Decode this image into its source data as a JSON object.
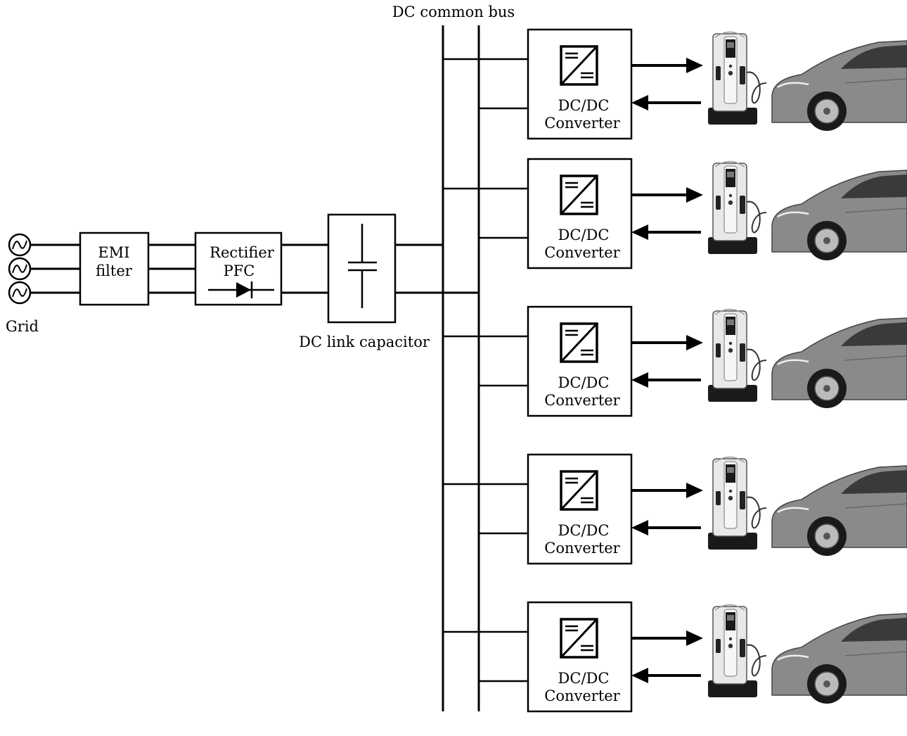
{
  "labels": {
    "bus": "DC common bus",
    "grid": "Grid",
    "emi_line1": "EMI",
    "emi_line2": "filter",
    "rect_line1": "Rectifier",
    "rect_line2": "PFC",
    "dclink": "DC link capacitor"
  },
  "converters": [
    {
      "line1": "DC/DC",
      "line2": "Converter"
    },
    {
      "line1": "DC/DC",
      "line2": "Converter"
    },
    {
      "line1": "DC/DC",
      "line2": "Converter"
    },
    {
      "line1": "DC/DC",
      "line2": "Converter"
    },
    {
      "line1": "DC/DC",
      "line2": "Converter"
    }
  ],
  "colors": {
    "line": "#000000",
    "car_body": "#8a8a8a",
    "charger_body": "#e8e8e8",
    "charger_dark": "#1a1a1a"
  }
}
